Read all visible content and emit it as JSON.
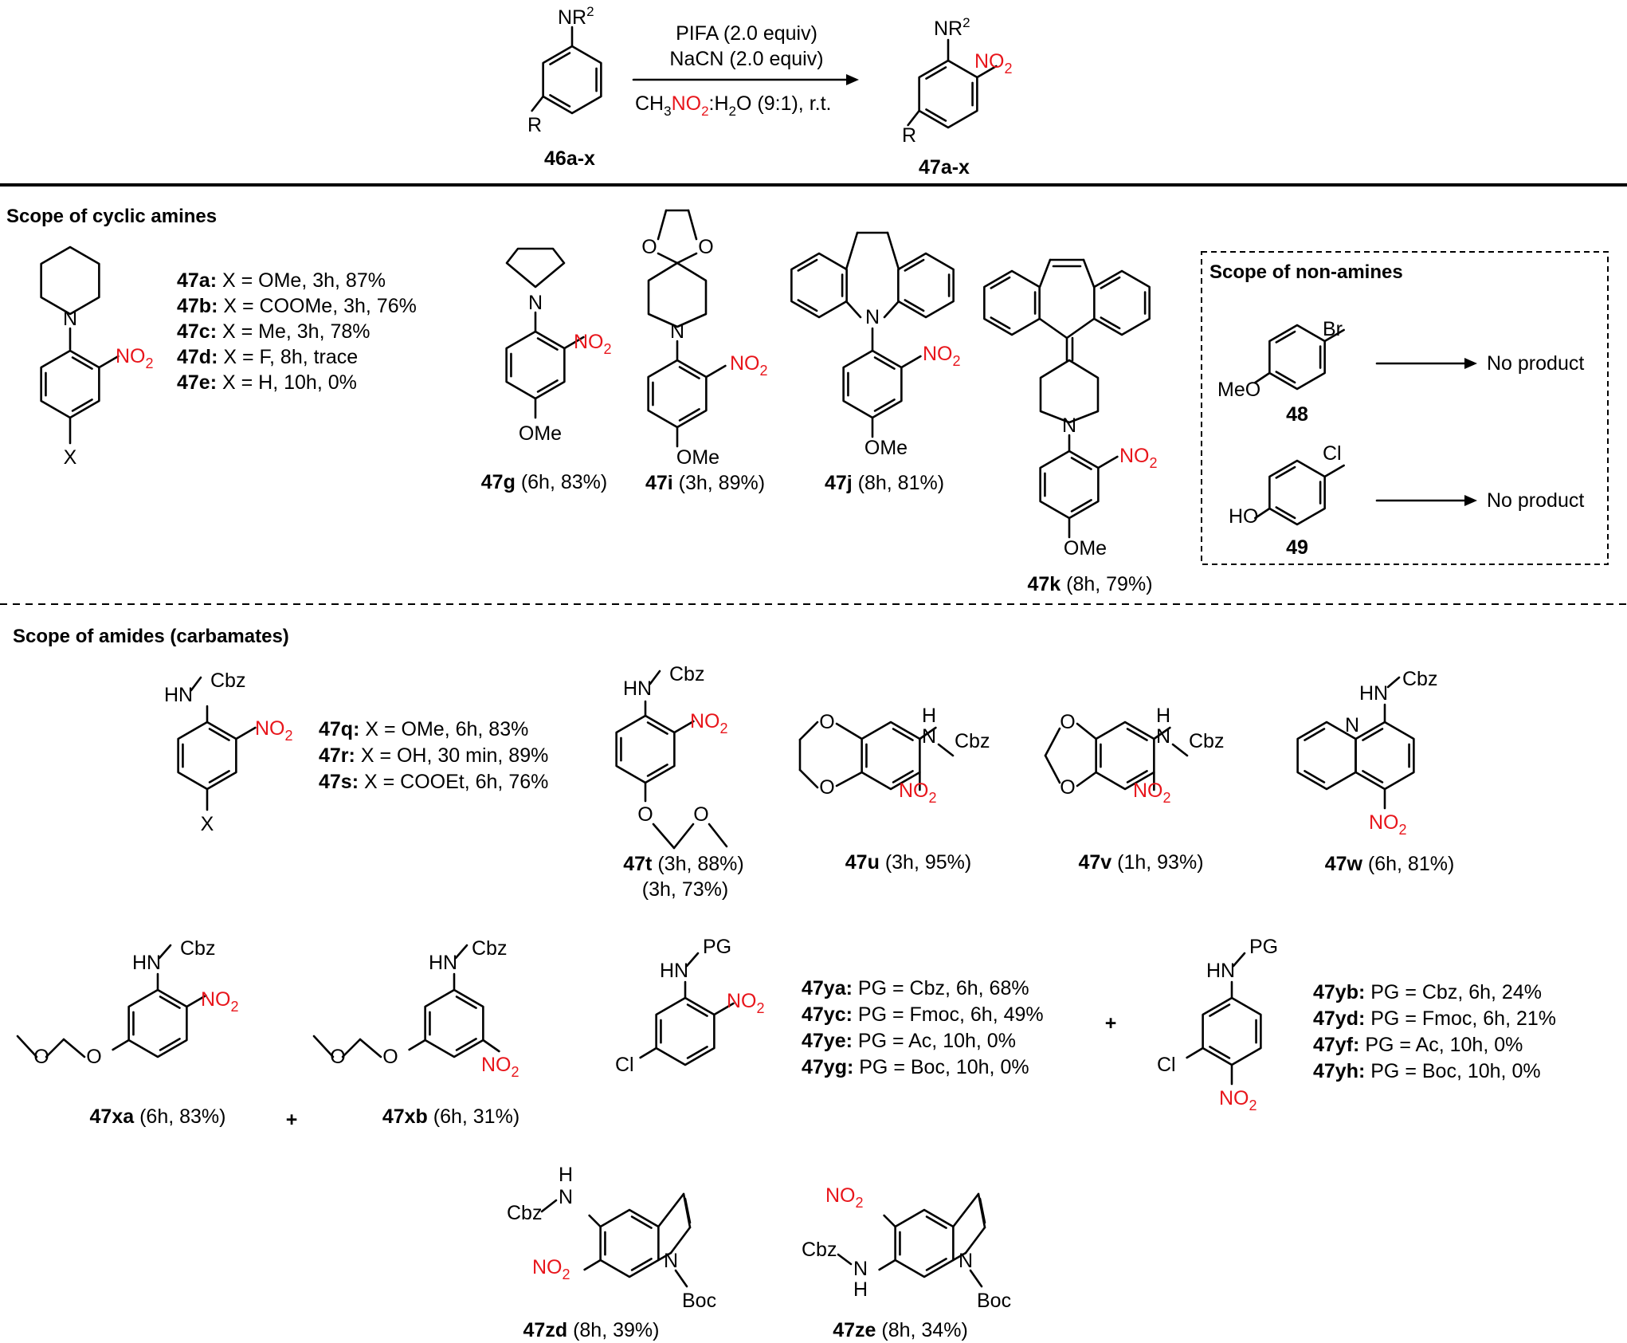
{
  "colors": {
    "nitro": "#e8151b",
    "ink": "#000000"
  },
  "reaction": {
    "substrate_label": "46a-x",
    "product_label": "47a-x",
    "reagent_1": "PIFA (2.0 equiv)",
    "reagent_2": "NaCN (2.0 equiv)",
    "solvent": "CH3NO2:H2O (9:1), r.t."
  },
  "sections": {
    "cyclic_amines": "Scope of cyclic amines",
    "non_amines": "Scope of non-amines",
    "amides": "Scope of amides (carbamates)"
  },
  "cyclic_series": [
    {
      "id": "47a:",
      "text": " X = OMe, 3h, 87%"
    },
    {
      "id": "47b:",
      "text": " X = COOMe, 3h, 76%"
    },
    {
      "id": "47c:",
      "text": " X = Me, 3h, 78%"
    },
    {
      "id": "47d:",
      "text": " X = F, 8h, trace"
    },
    {
      "id": "47e:",
      "text": " X = H, 10h, 0%"
    }
  ],
  "compounds": {
    "c47g": {
      "id": "47g",
      "cond": " (6h, 83%)"
    },
    "c47i": {
      "id": "47i",
      "cond": " (3h, 89%)"
    },
    "c47j": {
      "id": "47j",
      "cond": " (8h, 81%)"
    },
    "c47k": {
      "id": "47k",
      "cond": " (8h, 79%)"
    },
    "c47t": {
      "id": "47t",
      "cond": " (3h, 88%)",
      "cond2": "(3h, 73%)"
    },
    "c47u": {
      "id": "47u",
      "cond": " (3h, 95%)"
    },
    "c47v": {
      "id": "47v",
      "cond": " (1h, 93%)"
    },
    "c47w": {
      "id": "47w",
      "cond": " (6h, 81%)"
    },
    "c47xa": {
      "id": "47xa",
      "cond": " (6h, 83%)"
    },
    "c47xb": {
      "id": "47xb",
      "cond": " (6h, 31%)"
    },
    "c47zd": {
      "id": "47zd",
      "cond": " (8h, 39%)"
    },
    "c47ze": {
      "id": "47ze",
      "cond": " (8h, 34%)"
    }
  },
  "non_amines": [
    {
      "id": "48",
      "result": "No product"
    },
    {
      "id": "49",
      "result": "No product"
    }
  ],
  "amide_series": [
    {
      "id": "47q:",
      "text": " X = OMe, 6h, 83%"
    },
    {
      "id": "47r:",
      "text": " X = OH, 30 min, 89%"
    },
    {
      "id": "47s:",
      "text": " X = COOEt, 6h, 76%"
    }
  ],
  "pg_series_a": [
    {
      "id": "47ya:",
      "text": " PG = Cbz, 6h, 68%"
    },
    {
      "id": "47yc:",
      "text": " PG = Fmoc, 6h, 49%"
    },
    {
      "id": "47ye:",
      "text": " PG = Ac, 10h, 0%"
    },
    {
      "id": "47yg:",
      "text": " PG = Boc, 10h, 0%"
    }
  ],
  "pg_series_b": [
    {
      "id": "47yb:",
      "text": " PG = Cbz, 6h, 24%"
    },
    {
      "id": "47yd:",
      "text": " PG = Fmoc, 6h, 21%"
    },
    {
      "id": "47yf:",
      "text": " PG = Ac, 10h, 0%"
    },
    {
      "id": "47yh:",
      "text": " PG = Boc, 10h, 0%"
    }
  ],
  "plus_sign": "+",
  "atoms": {
    "N": "N",
    "O": "O",
    "NH": "NH",
    "HN": "HN",
    "H": "H",
    "R": "R",
    "X": "X",
    "NR": "NR",
    "sup2": "2",
    "Br": "Br",
    "Cl": "Cl",
    "HO": "HO",
    "MeO": "MeO",
    "OMe": "OMe",
    "NO": "NO",
    "sub2": "2",
    "Cbz": "Cbz",
    "Boc": "Boc",
    "PG": "PG"
  }
}
